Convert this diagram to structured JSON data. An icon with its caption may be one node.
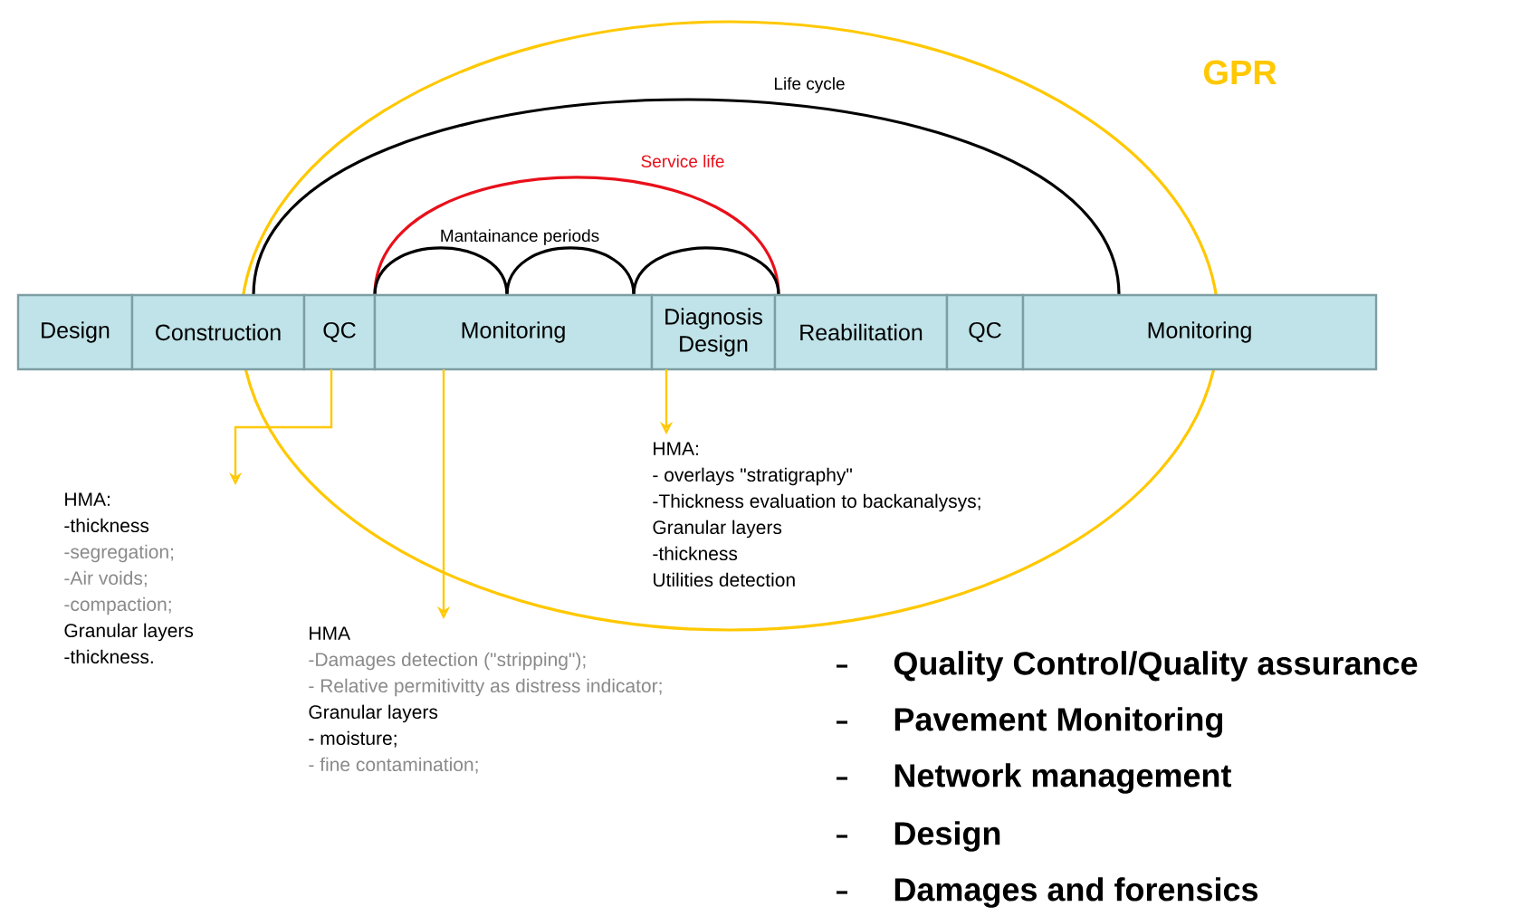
{
  "diagram": {
    "nodes": [
      {
        "text": [
          "Design"
        ]
      },
      {
        "text": [
          "Construction"
        ]
      },
      {
        "text": [
          "QC"
        ]
      },
      {
        "text": [
          "Monitoring"
        ]
      },
      {
        "text": [
          "Diagnosis Design"
        ]
      },
      {
        "text": [
          "Reabilitation"
        ]
      },
      {
        "text": [
          "QC"
        ]
      },
      {
        "text": [
          "Monitoring"
        ]
      },
      {
        "text": [
          "HMA:",
          "-thickness",
          "-segregation;",
          "-Air voids;",
          "-compaction;",
          "Granular layers",
          "-thickness."
        ]
      },
      {
        "text": [
          "HMA",
          "-Damages detection (\"stripping\");",
          "- Relative permitivitty as distress indicator;",
          "Granular layers",
          "- moisture;",
          "- fine contamination;"
        ]
      },
      {
        "text": [
          "HMA:",
          "- overlays \"stratigraphy\"",
          "-Thickness evaluation to backanalysys;",
          "Granular layers",
          "-thickness",
          "Utilities detection"
        ]
      }
    ],
    "edges": [
      {
        "from": 2,
        "to": 8,
        "arrow": "to"
      },
      {
        "from": 3,
        "to": 9,
        "arrow": "to"
      },
      {
        "from": 4,
        "to": 10,
        "arrow": "to"
      }
    ],
    "labels": [
      "GPR",
      "Life cycle",
      "Service life",
      "Mantainance periods",
      "Quality Control/Quality assurance",
      "Pavement Monitoring",
      "Network management",
      "Design",
      "Damages and forensics"
    ]
  }
}
